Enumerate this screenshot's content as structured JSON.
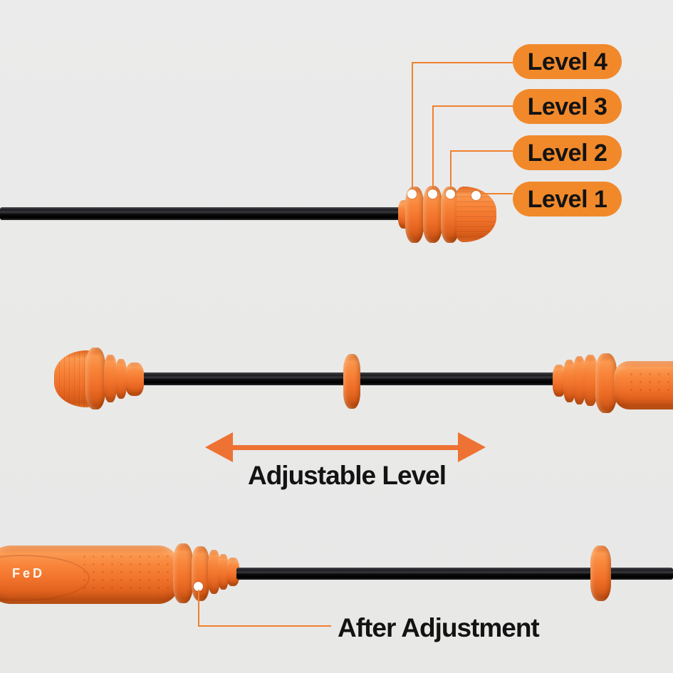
{
  "callouts": {
    "levels": [
      {
        "label": "Level 4"
      },
      {
        "label": "Level 3"
      },
      {
        "label": "Level 2"
      },
      {
        "label": "Level 1"
      }
    ]
  },
  "middle": {
    "arrow_label": "Adjustable Level"
  },
  "bottom": {
    "brand": "FeD",
    "annotation": "After Adjustment"
  },
  "colors": {
    "background": "#EAEAEA",
    "pill_fill": "#F1892B",
    "pill_text": "#131313",
    "arrow": "#EE7233",
    "connector_line": "#F0812F",
    "product_orange": "#F2752C",
    "rod_black": "#141416",
    "marker_dot": "#FFFFFF",
    "label_text": "#131313",
    "logo_text": "#FFFFFF"
  },
  "icons": {
    "arrow_left": "left-arrowhead",
    "arrow_right": "right-arrowhead",
    "marker": "white-level-dot"
  }
}
